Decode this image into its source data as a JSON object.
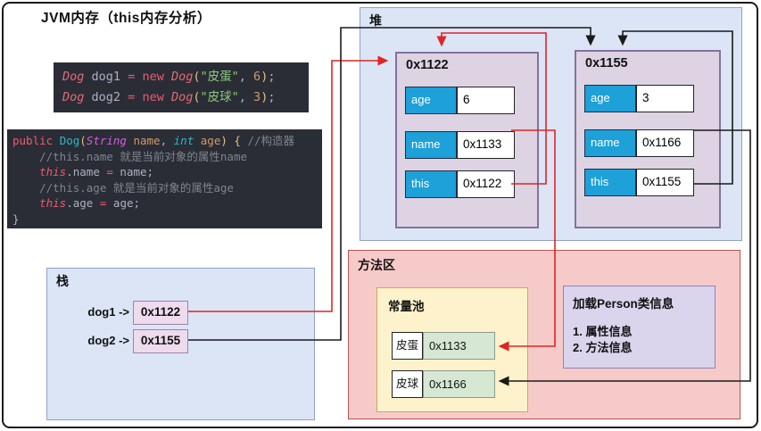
{
  "title": "JVM内存（this内存分析）",
  "code_blocks": [
    {
      "name": "main-code",
      "lines": [
        [
          [
            "t",
            "Dog"
          ],
          [
            "d",
            " dog1 "
          ],
          [
            "k",
            "="
          ],
          [
            "d",
            " "
          ],
          [
            "k",
            "new"
          ],
          [
            "d",
            " "
          ],
          [
            "t",
            "Dog"
          ],
          [
            "b",
            "("
          ],
          [
            "s",
            "\"皮蛋\""
          ],
          [
            "d",
            ", "
          ],
          [
            "n",
            "6"
          ],
          [
            "b",
            ")"
          ],
          [
            "d",
            ";"
          ]
        ],
        [
          [
            "t",
            "Dog"
          ],
          [
            "d",
            " dog2 "
          ],
          [
            "k",
            "="
          ],
          [
            "d",
            " "
          ],
          [
            "k",
            "new"
          ],
          [
            "d",
            " "
          ],
          [
            "t",
            "Dog"
          ],
          [
            "b",
            "("
          ],
          [
            "s",
            "\"皮球\""
          ],
          [
            "d",
            ", "
          ],
          [
            "n",
            "3"
          ],
          [
            "b",
            ")"
          ],
          [
            "d",
            ";"
          ]
        ]
      ]
    },
    {
      "name": "constructor-code",
      "lines": [
        [
          [
            "k",
            "public"
          ],
          [
            "d",
            " "
          ],
          [
            "cl",
            "Dog"
          ],
          [
            "b",
            "("
          ],
          [
            "pt",
            "String"
          ],
          [
            "d",
            " "
          ],
          [
            "p",
            "name"
          ],
          [
            "d",
            ", "
          ],
          [
            "ti",
            "int"
          ],
          [
            "d",
            " "
          ],
          [
            "p",
            "age"
          ],
          [
            "b",
            ")"
          ],
          [
            "d",
            " "
          ],
          [
            "b",
            "{"
          ],
          [
            "d",
            " "
          ],
          [
            "c",
            "//构造器"
          ]
        ],
        [
          [
            "c",
            "    //this.name 就是当前对象的属性name"
          ]
        ],
        [
          [
            "d",
            "    "
          ],
          [
            "th",
            "this"
          ],
          [
            "d",
            ".name "
          ],
          [
            "k",
            "="
          ],
          [
            "d",
            " name;"
          ]
        ],
        [
          [
            "c",
            "    //this.age 就是当前对象的属性age"
          ]
        ],
        [
          [
            "d",
            "    "
          ],
          [
            "th",
            "this"
          ],
          [
            "d",
            ".age "
          ],
          [
            "k",
            "="
          ],
          [
            "d",
            " age;"
          ]
        ],
        [
          [
            "d",
            "}"
          ]
        ]
      ]
    }
  ],
  "stack": {
    "label": "栈",
    "entries": [
      {
        "var": "dog1 ->",
        "addr": "0x1122"
      },
      {
        "var": "dog2 ->",
        "addr": "0x1155"
      }
    ]
  },
  "heap": {
    "label": "堆",
    "objects": [
      {
        "address": "0x1122",
        "fields": [
          {
            "name": "age",
            "value": "6"
          },
          {
            "name": "name",
            "value": "0x1133"
          },
          {
            "name": "this",
            "value": "0x1122"
          }
        ]
      },
      {
        "address": "0x1155",
        "fields": [
          {
            "name": "age",
            "value": "3"
          },
          {
            "name": "name",
            "value": "0x1166"
          },
          {
            "name": "this",
            "value": "0x1155"
          }
        ]
      }
    ]
  },
  "method_area": {
    "label": "方法区",
    "constant_pool": {
      "label": "常量池",
      "entries": [
        {
          "key": "皮蛋",
          "addr": "0x1133"
        },
        {
          "key": "皮球",
          "addr": "0x1166"
        }
      ]
    },
    "class_info": {
      "title": "加载Person类信息",
      "items": [
        "1. 属性信息",
        "2. 方法信息"
      ]
    }
  },
  "edges": [
    {
      "from": "stack.dog1",
      "to": "heap.0x1122",
      "color": "#e02424"
    },
    {
      "from": "stack.dog2",
      "to": "heap.0x1155",
      "color": "#1a1a1a"
    },
    {
      "from": "heap.0x1122.this",
      "to": "heap.0x1122",
      "color": "#e02424"
    },
    {
      "from": "heap.0x1122.name",
      "to": "constant_pool.0x1133",
      "color": "#e02424"
    },
    {
      "from": "heap.0x1155.this",
      "to": "heap.0x1155",
      "color": "#1a1a1a"
    },
    {
      "from": "heap.0x1155.name",
      "to": "constant_pool.0x1166",
      "color": "#1a1a1a"
    }
  ],
  "colors": {
    "region_blue": "#dbe5f6",
    "object_purple": "#ded3e2",
    "field_blue": "#1ea0d9",
    "method_area_pink": "#f7caca",
    "pool_yellow": "#fdf2cb",
    "pool_value_green": "#d6e7d4",
    "class_info_lavender": "#dad4ec",
    "stack_addr_pink": "#eedbee",
    "wire_red": "#e02424",
    "wire_black": "#1a1a1a"
  }
}
